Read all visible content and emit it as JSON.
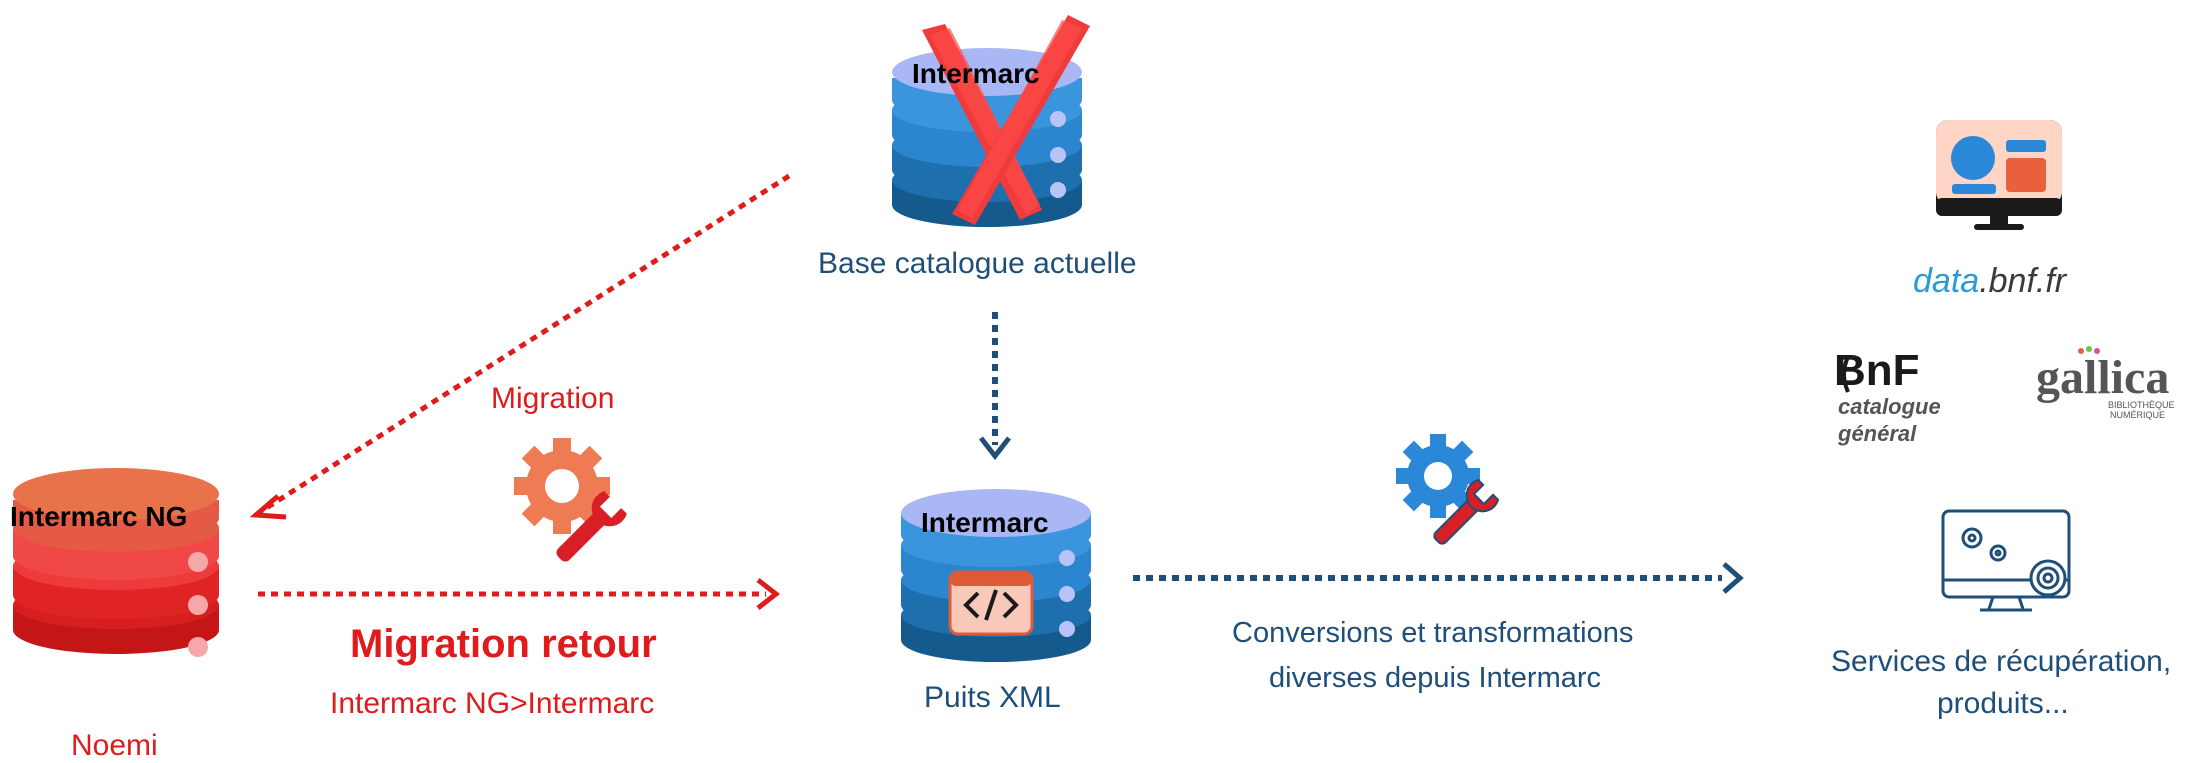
{
  "diagram": {
    "current_db": {
      "title": "Intermarc",
      "caption": "Base catalogue actuelle",
      "status": "removed"
    },
    "ng_db": {
      "title": "Intermarc NG",
      "caption": "Noemi"
    },
    "xml_db": {
      "title": "Intermarc",
      "caption": "Puits XML"
    },
    "migration": {
      "label": "Migration"
    },
    "migration_back": {
      "label": "Migration retour",
      "sublabel": "Intermarc NG>Intermarc"
    },
    "conversions": {
      "line1": "Conversions et transformations",
      "line2": "diverses depuis Intermarc"
    },
    "outputs": {
      "databnf": {
        "part_a": "data",
        "part_b": ".bnf.fr"
      },
      "bnf_catalogue": {
        "logo": "BnF",
        "line1": "catalogue",
        "line2": "général"
      },
      "gallica": {
        "logo": "gallica",
        "line1": "BIBLIOTHÈQUE",
        "line2": "NUMÉRIQUE"
      },
      "services": {
        "line1": "Services de récupération,",
        "line2": "produits..."
      }
    }
  },
  "colors": {
    "navy": "#1f4e79",
    "red": "#e01b1b",
    "db_blue_top": "#a9b8f5",
    "db_blue_1": "#2b86cf",
    "db_blue_2": "#1d6fae",
    "db_blue_3": "#145a8c",
    "db_red_top": "#e8734a",
    "db_red_1": "#f04747",
    "db_red_2": "#e02424",
    "db_red_3": "#c41616",
    "gear_orange": "#ee7b53",
    "gear_blue": "#2b88d8"
  },
  "icons": [
    "database-icon",
    "x-cross-icon",
    "gear-wrench-icon",
    "code-window-icon",
    "monitor-dashboard-icon",
    "monitor-gears-icon"
  ]
}
